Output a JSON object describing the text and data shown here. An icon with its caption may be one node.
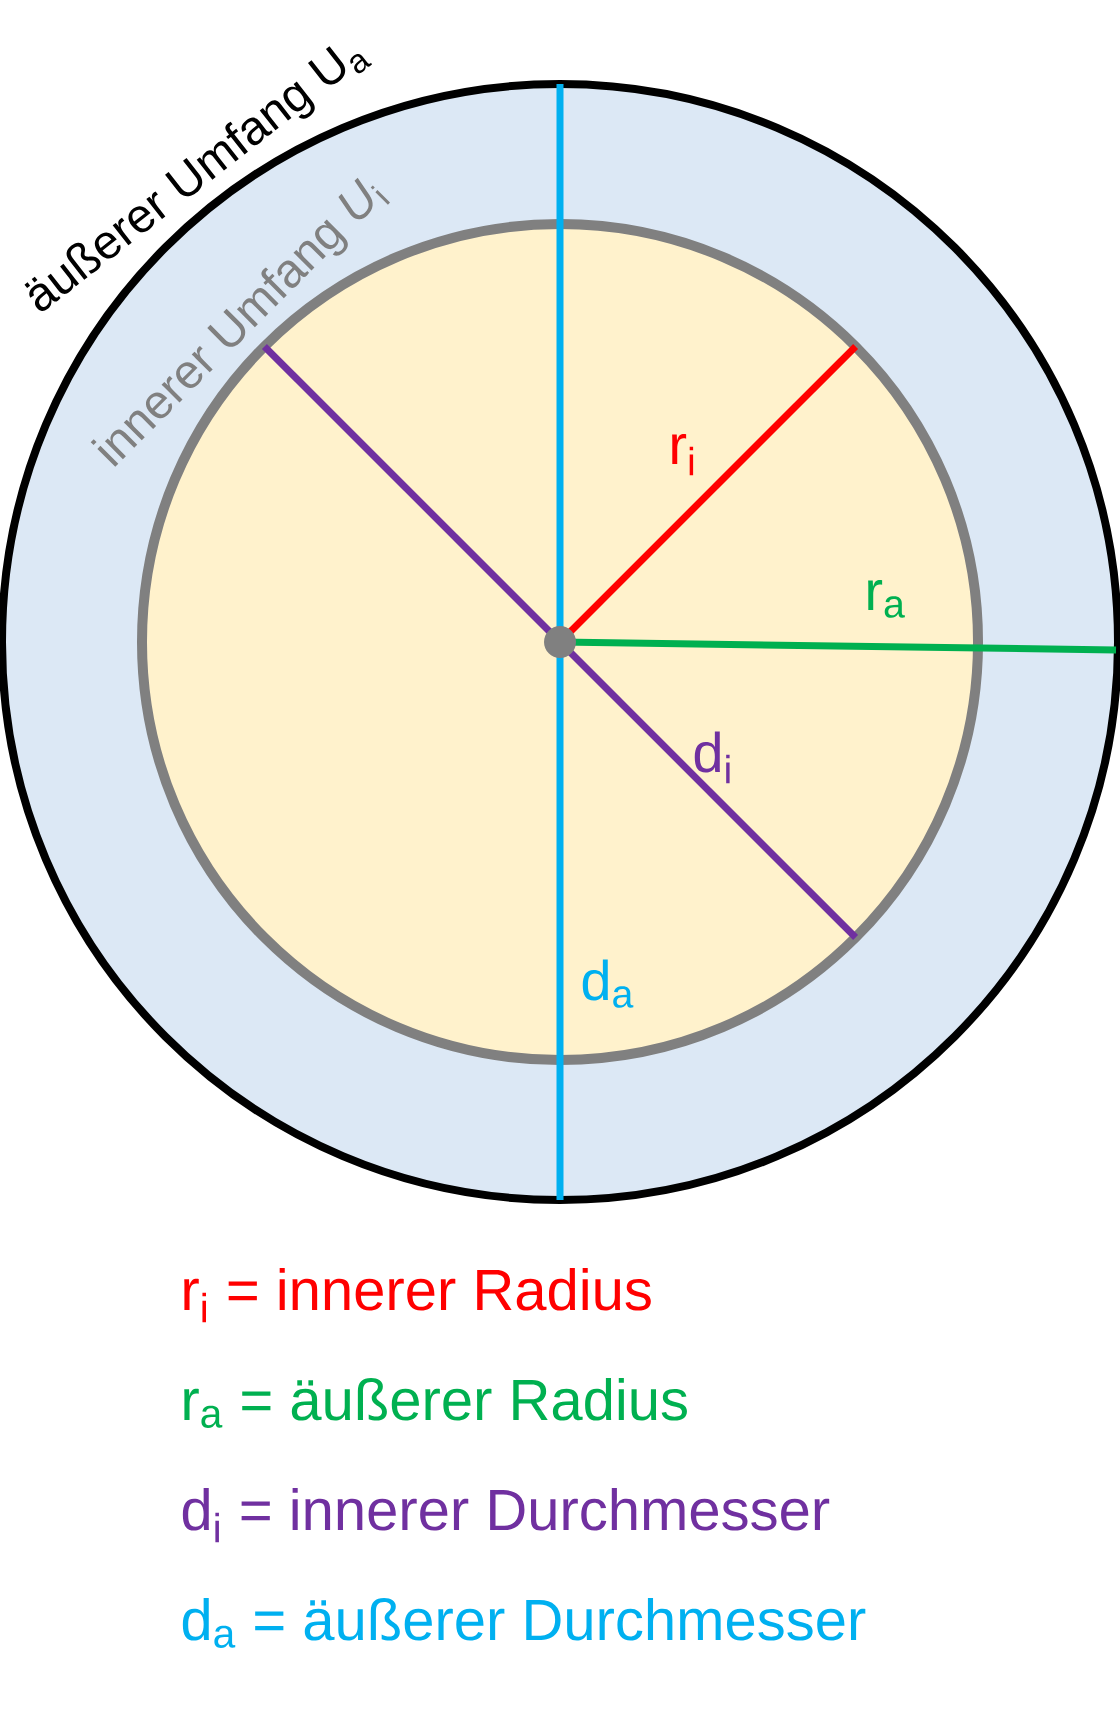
{
  "diagram": {
    "nodes": [
      {
        "text": [
          "äußerer Umfang U$_{a}$"
        ]
      },
      {
        "text": [
          "innerer Umfang *U*$_{i}$"
        ],
        "in": 0
      }
    ],
    "labels": [
      "r$_{i}$",
      "r$_{a}$",
      "d$_{i}$",
      "d$_{a}$",
      "r$_{i}$ = innerer Radius",
      "r$_{a}$ = äußerer Radius",
      "d$_{i}$ = innerer Durchmesser",
      "d$_{a}$ = äußerer Durchmesser"
    ]
  }
}
